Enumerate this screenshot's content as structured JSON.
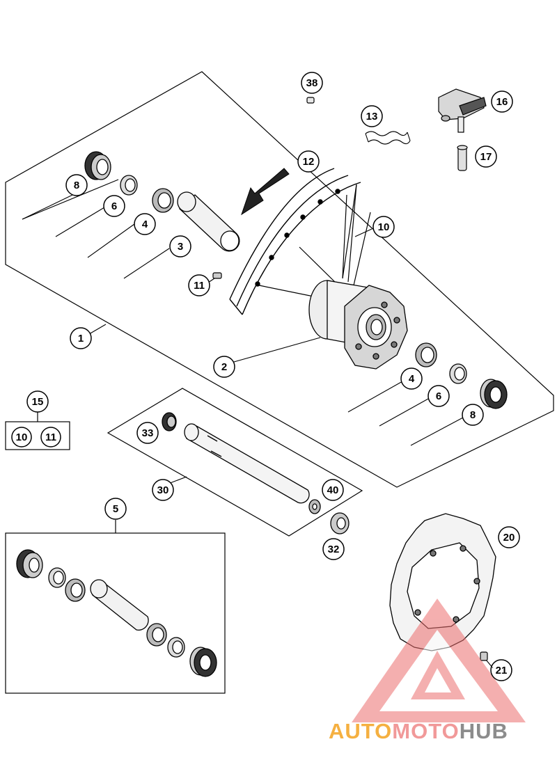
{
  "callouts": {
    "c1": "1",
    "c2": "2",
    "c3": "3",
    "c4a": "4",
    "c4b": "4",
    "c5": "5",
    "c6a": "6",
    "c6b": "6",
    "c8a": "8",
    "c8b": "8",
    "c10a": "10",
    "c10b": "10",
    "c11a": "11",
    "c11b": "11",
    "c12": "12",
    "c13": "13",
    "c15": "15",
    "c16": "16",
    "c17": "17",
    "c20": "20",
    "c21": "21",
    "c30": "30",
    "c32": "32",
    "c33": "33",
    "c38": "38",
    "c40": "40"
  },
  "watermark": {
    "part1": "AUTO",
    "part2": "MOTO",
    "part3": "HUB",
    "colors": {
      "orange": "#f5b041",
      "red": "#f19999",
      "gray": "#8c8c8c"
    }
  }
}
